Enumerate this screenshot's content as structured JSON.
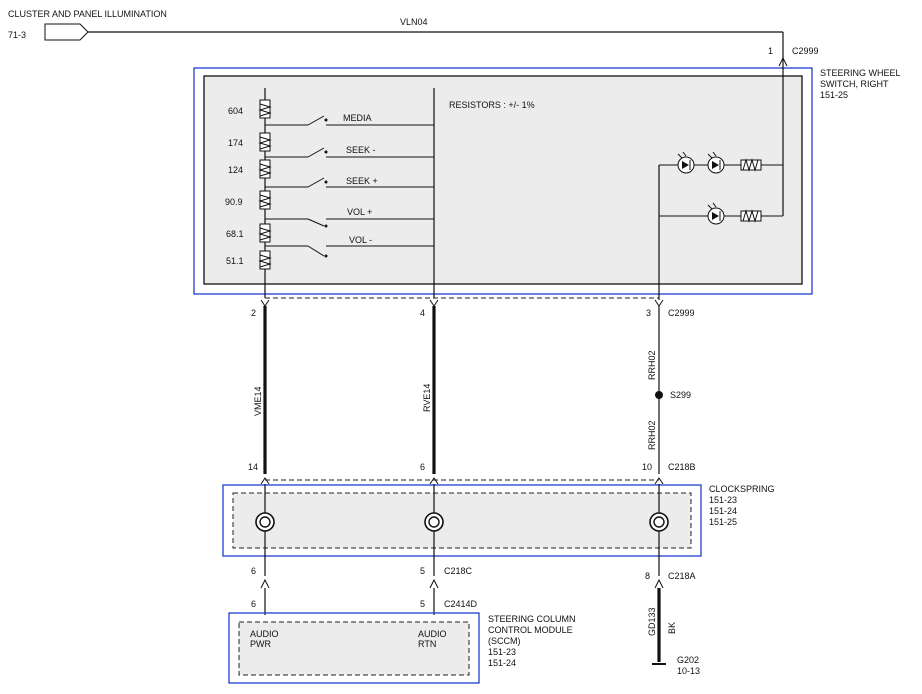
{
  "top": {
    "cluster_label": "CLUSTER AND PANEL ILLUMINATION",
    "cluster_ref": "71-3",
    "wire_top": "VLN04"
  },
  "switch_module": {
    "title_line1": "STEERING WHEEL",
    "title_line2": "SWITCH, RIGHT",
    "ref": "151-25",
    "connector_top_pin": "1",
    "connector_top": "C2999",
    "resistor_note": "RESISTORS : +/- 1%",
    "resistors": [
      "604",
      "174",
      "124",
      "90.9",
      "68.1",
      "51.1"
    ],
    "switches": [
      "MEDIA",
      "SEEK -",
      "SEEK +",
      "VOL +",
      "VOL -"
    ],
    "pins_bottom": [
      "2",
      "4",
      "3"
    ],
    "connector_bottom": "C2999"
  },
  "wires": {
    "left": "VME14",
    "middle": "RVE14",
    "right_upper": "RRH02",
    "right_lower": "RRH02",
    "splice": "S299"
  },
  "clockspring": {
    "title": "CLOCKSPRING",
    "refs": [
      "151-23",
      "151-24",
      "151-25"
    ],
    "pins_top": [
      "14",
      "6",
      "10"
    ],
    "connector_top": "C218B",
    "pins_bottom": [
      "6",
      "5",
      "8"
    ],
    "connector_bottom_mid": "C218C",
    "connector_bottom_right": "C218A"
  },
  "sccm": {
    "title_line1": "STEERING COLUMN",
    "title_line2": "CONTROL MODULE",
    "title_line3": "(SCCM)",
    "refs": [
      "151-23",
      "151-24"
    ],
    "pins": [
      "6",
      "5"
    ],
    "connector": "C2414D",
    "audio_pwr_line1": "AUDIO",
    "audio_pwr_line2": "PWR",
    "audio_rtn_line1": "AUDIO",
    "audio_rtn_line2": "RTN"
  },
  "ground": {
    "wire": "GD133",
    "color": "BK",
    "name": "G202",
    "ref": "10-13"
  }
}
